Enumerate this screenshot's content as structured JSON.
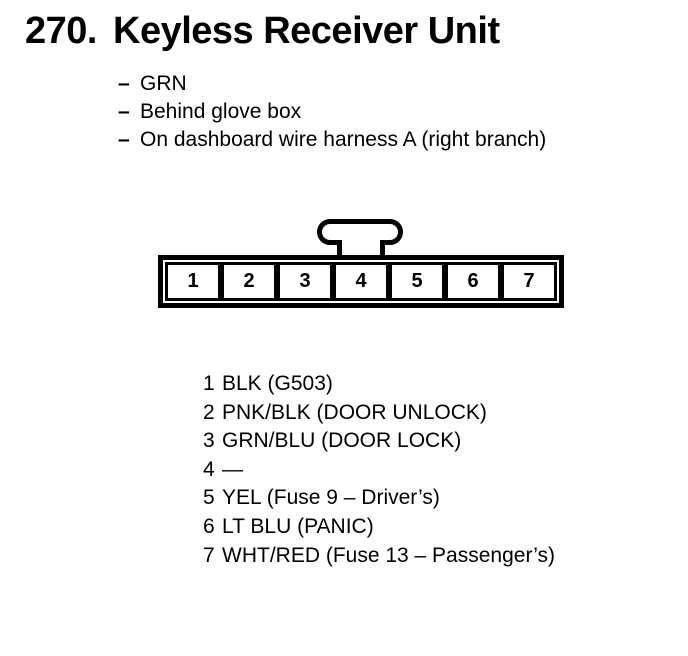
{
  "page": {
    "item_number": "270.",
    "title": "Keyless Receiver Unit",
    "bullet_dash": "–",
    "notes": [
      "GRN",
      "Behind glove box",
      "On dashboard wire harness A (right branch)"
    ]
  },
  "connector": {
    "pins": [
      "1",
      "2",
      "3",
      "4",
      "5",
      "6",
      "7"
    ]
  },
  "pinout": [
    {
      "pin": "1",
      "desc": "BLK (G503)"
    },
    {
      "pin": "2",
      "desc": "PNK/BLK (DOOR UNLOCK)"
    },
    {
      "pin": "3",
      "desc": "GRN/BLU (DOOR LOCK)"
    },
    {
      "pin": "4",
      "desc": "—"
    },
    {
      "pin": "5",
      "desc": "YEL (Fuse 9 – Driver’s)"
    },
    {
      "pin": "6",
      "desc": "LT BLU (PANIC)"
    },
    {
      "pin": "7",
      "desc": "WHT/RED (Fuse 13 – Passenger’s)"
    }
  ],
  "colors": {
    "ink": "#000000",
    "paper": "#ffffff"
  }
}
